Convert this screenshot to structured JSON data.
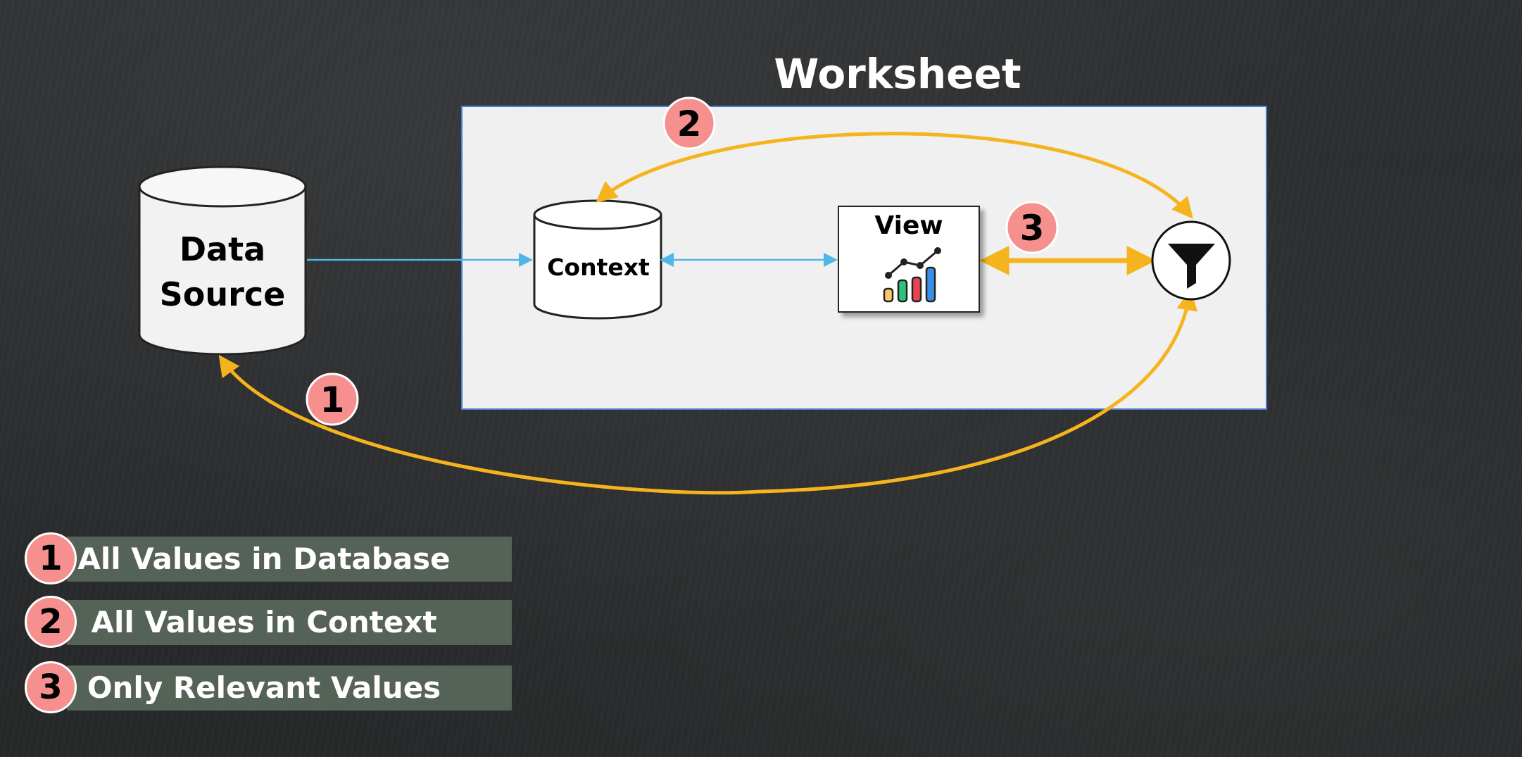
{
  "title": "Worksheet",
  "nodes": {
    "data_source": "Data Source",
    "context": "Context",
    "view": "View"
  },
  "badges": [
    "1",
    "2",
    "3"
  ],
  "legend": [
    {
      "number": "1",
      "label": "All Values in Database"
    },
    {
      "number": "2",
      "label": "All Values in Context"
    },
    {
      "number": "3",
      "label": "Only Relevant Values"
    }
  ],
  "colors": {
    "background": "#2b2d2f",
    "worksheet_fill": "#f0f0f0",
    "worksheet_border": "#4a7bd1",
    "arrow_gold": "#f5b41e",
    "arrow_blue": "#4fb6e6",
    "badge_fill": "#f5908f",
    "legend_bar": "#56655a"
  },
  "icons": {
    "view_chart": "bar-line-chart-icon",
    "filter": "funnel-icon"
  }
}
